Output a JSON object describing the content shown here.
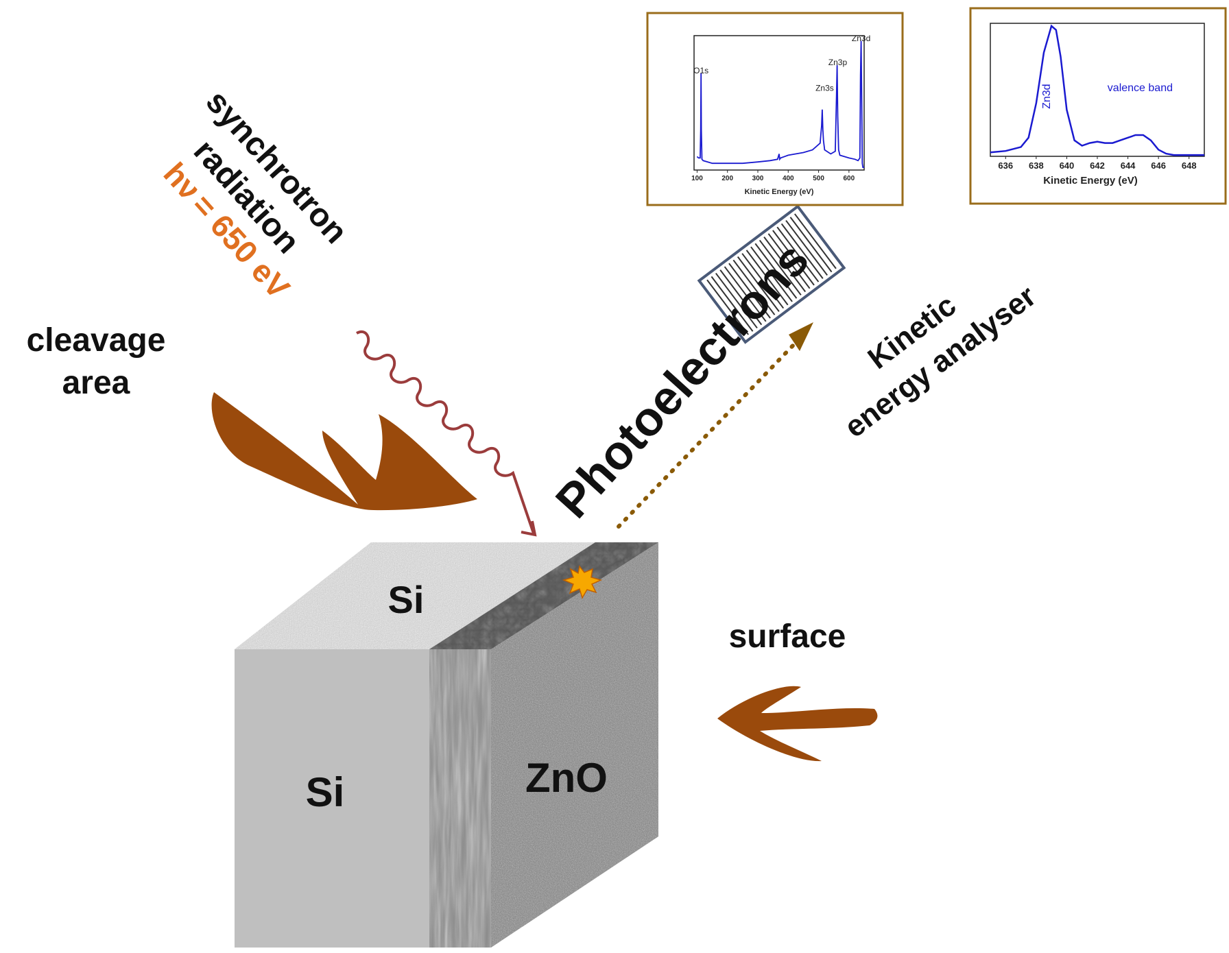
{
  "labels": {
    "cleavage_area": [
      "cleavage",
      "area"
    ],
    "synchrotron": [
      "synchrotron",
      "radiation"
    ],
    "photon_energy_symbol": "hν",
    "photon_energy_value": "= 650 eV",
    "photoelectrons": "Photoelectrons",
    "analyser": [
      "Kinetic",
      "energy analyser"
    ],
    "surface": "surface",
    "si_top": "Si",
    "si_front": "Si",
    "zno": "ZnO"
  },
  "colors": {
    "arrow_brown": "#9a4a0c",
    "wave_red": "#9b3c3c",
    "dotted_arrow": "#8a5a06",
    "photon_energy_orange": "#e07020",
    "spectrum_blue": "#1a1ad0",
    "frame": "#9a6d1b",
    "analyser_border": "#4a5a78",
    "spark": "#f7a800"
  },
  "icons": {
    "spark": "starburst-icon",
    "analyser": "grating-icon"
  },
  "chart_data": [
    {
      "type": "line",
      "title": "",
      "xlabel": "Kinetic Energy (eV)",
      "ylabel": "",
      "xlim": [
        90,
        650
      ],
      "ylim": [
        0,
        1
      ],
      "xticks": [
        100,
        200,
        300,
        400,
        500,
        600
      ],
      "annotations": [
        {
          "text": "O1s",
          "x": 113,
          "y": 0.72
        },
        {
          "text": "Zn3s",
          "x": 520,
          "y": 0.59
        },
        {
          "text": "Zn3p",
          "x": 563,
          "y": 0.78
        },
        {
          "text": "Zn3d",
          "x": 640,
          "y": 0.96
        }
      ],
      "series": [
        {
          "x": [
            100,
            105,
            110,
            112,
            113,
            114,
            116,
            120,
            150,
            200,
            250,
            300,
            340,
            365,
            370,
            372,
            375,
            400,
            450,
            480,
            495,
            505,
            510,
            512,
            514,
            516,
            520,
            540,
            555,
            559,
            561,
            563,
            566,
            570,
            600,
            620,
            630,
            636,
            638,
            640,
            642,
            644,
            646,
            650
          ],
          "y": [
            0.1,
            0.09,
            0.09,
            0.3,
            0.72,
            0.3,
            0.08,
            0.07,
            0.05,
            0.05,
            0.05,
            0.06,
            0.07,
            0.08,
            0.12,
            0.08,
            0.09,
            0.11,
            0.13,
            0.15,
            0.18,
            0.2,
            0.33,
            0.45,
            0.3,
            0.22,
            0.15,
            0.12,
            0.14,
            0.55,
            0.78,
            0.4,
            0.15,
            0.11,
            0.09,
            0.08,
            0.07,
            0.09,
            0.7,
            0.96,
            0.5,
            0.05,
            0.02,
            0.02
          ]
        }
      ]
    },
    {
      "type": "line",
      "title": "",
      "xlabel": "Kinetic Energy (eV)",
      "ylabel": "",
      "xlim": [
        635,
        649
      ],
      "ylim": [
        0,
        1
      ],
      "xticks": [
        636,
        638,
        640,
        642,
        644,
        646,
        648
      ],
      "annotations": [
        {
          "text": "Zn3d",
          "x": 638.9,
          "y": 0.45,
          "rotated": true
        },
        {
          "text": "valence band",
          "x": 644.8,
          "y": 0.49
        }
      ],
      "series": [
        {
          "x": [
            635,
            636,
            637,
            637.5,
            638,
            638.5,
            639,
            639.3,
            639.6,
            640,
            640.5,
            641,
            641.5,
            642,
            642.5,
            643,
            643.5,
            644,
            644.5,
            645,
            645.5,
            646,
            646.5,
            647,
            648,
            649
          ],
          "y": [
            0.03,
            0.04,
            0.07,
            0.14,
            0.4,
            0.78,
            0.98,
            0.95,
            0.75,
            0.35,
            0.12,
            0.08,
            0.1,
            0.11,
            0.1,
            0.1,
            0.12,
            0.14,
            0.16,
            0.16,
            0.12,
            0.05,
            0.02,
            0.01,
            0.01,
            0.01
          ]
        }
      ]
    }
  ]
}
